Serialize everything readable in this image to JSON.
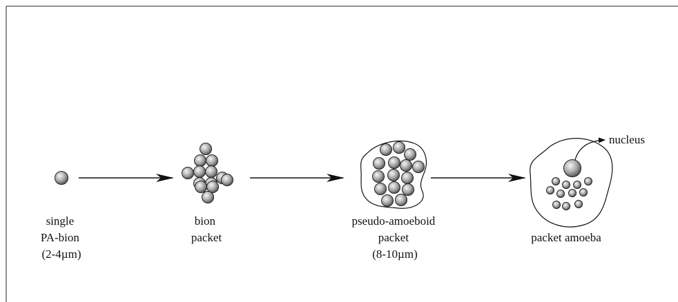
{
  "stages": [
    {
      "lines": [
        "single",
        "PA-bion",
        "(2-4µm)"
      ]
    },
    {
      "lines": [
        "bion",
        "packet"
      ]
    },
    {
      "lines": [
        "pseudo-amoeboid",
        "packet",
        "(8-10µm)"
      ]
    },
    {
      "lines": [
        "packet amoeba"
      ]
    }
  ],
  "nucleus_label": "nucleus",
  "colors": {
    "ink": "#111111",
    "sphere_light": "#f2f2f2",
    "sphere_dark": "#5a5a5a"
  }
}
